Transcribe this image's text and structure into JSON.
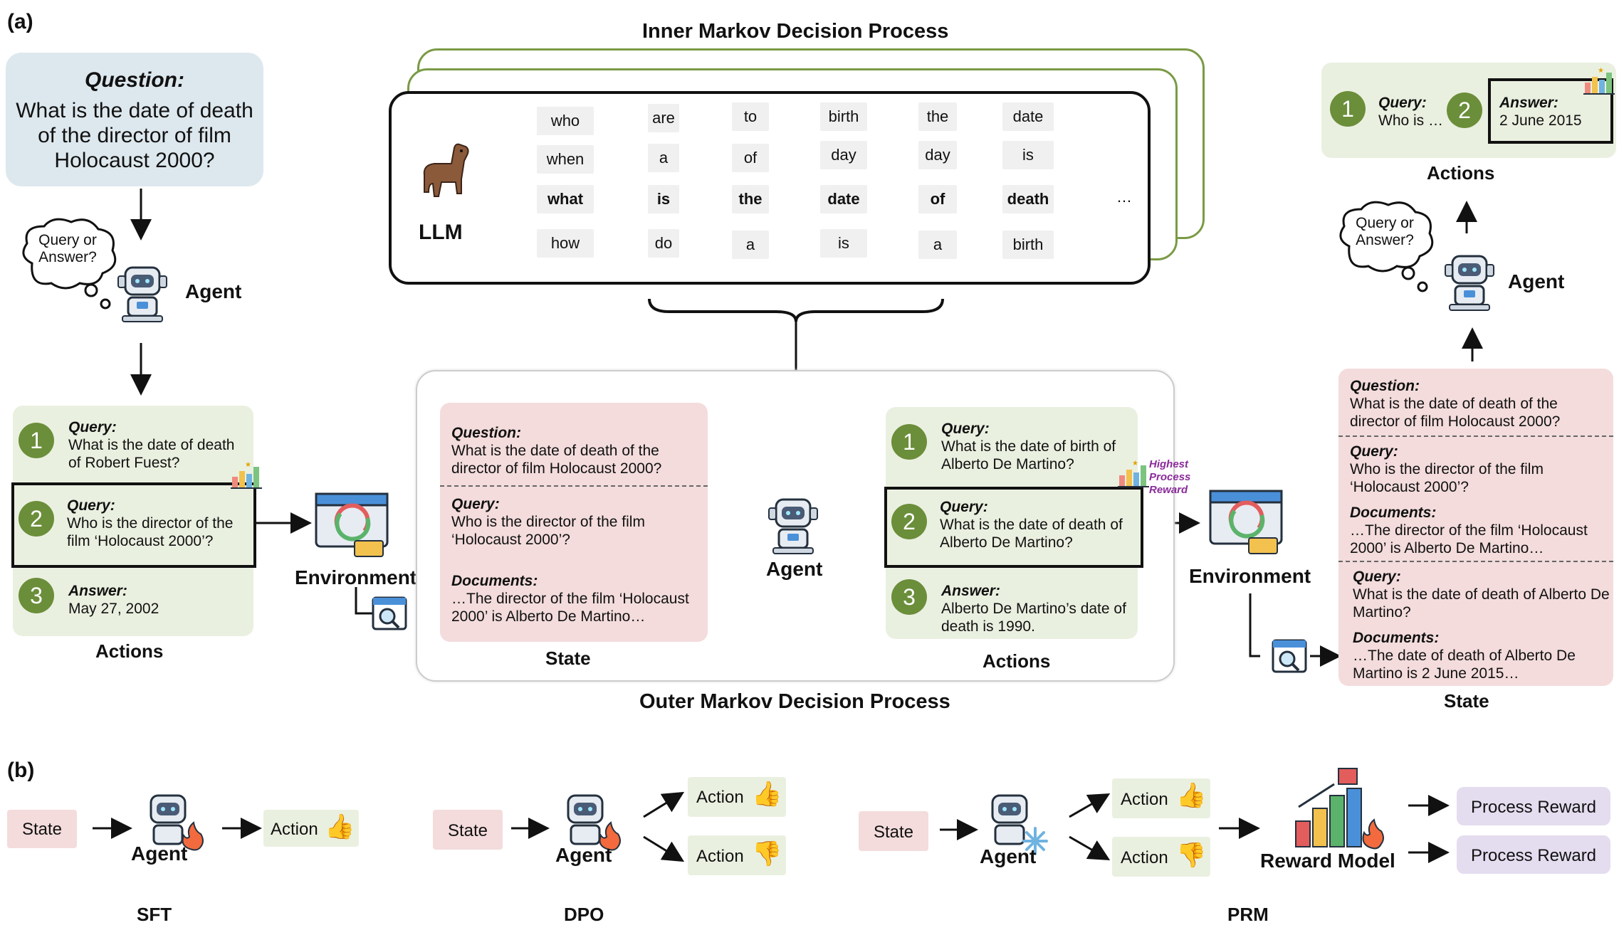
{
  "labels": {
    "a": "(a)",
    "b": "(b)"
  },
  "left": {
    "question_title": "Question:",
    "question_text": "What is the date of death of the director of film Holocaust 2000?",
    "thought": "Query or Answer?",
    "agent": "Agent",
    "actions": [
      {
        "num": "1",
        "head": "Query:",
        "text": "What is the date of death of Robert Fuest?"
      },
      {
        "num": "2",
        "head": "Query:",
        "text": "Who is the director of the film ‘Holocaust 2000’?"
      },
      {
        "num": "3",
        "head": "Answer:",
        "text": "May 27, 2002"
      }
    ],
    "actions_label": "Actions",
    "environment": "Environment"
  },
  "inner": {
    "title": "Inner Markov Decision Process",
    "llm": "LLM",
    "columns": [
      [
        "who",
        "when",
        "what",
        "how"
      ],
      [
        "are",
        "a",
        "is",
        "do"
      ],
      [
        "to",
        "of",
        "the",
        "a"
      ],
      [
        "birth",
        "day",
        "date",
        "is"
      ],
      [
        "the",
        "day",
        "of",
        "a"
      ],
      [
        "date",
        "is",
        "death",
        "birth"
      ]
    ],
    "ellipsis": "…"
  },
  "outer": {
    "title": "Outer Markov Decision Process",
    "state": {
      "q_head": "Question:",
      "q_text": "What is the date of death of the director of film Holocaust 2000?",
      "query_head": "Query:",
      "query_text": "Who is the director of the film ‘Holocaust 2000’?",
      "doc_head": "Documents:",
      "doc_text": "…The director of the film ‘Holocaust 2000’ is Alberto De Martino…"
    },
    "state_label": "State",
    "agent": "Agent",
    "actions": [
      {
        "num": "1",
        "head": "Query:",
        "text": "What is the date of birth of Alberto De Martino?"
      },
      {
        "num": "2",
        "head": "Query:",
        "text": "What is the date of death of Alberto De Martino?"
      },
      {
        "num": "3",
        "head": "Answer:",
        "text": "Alberto De Martino’s date of death is 1990."
      }
    ],
    "reward_note": "Highest Process Reward",
    "actions_label": "Actions"
  },
  "right": {
    "top_actions": [
      {
        "num": "1",
        "head": "Query:",
        "text": "Who is …"
      },
      {
        "num": "2",
        "head": "Answer:",
        "text": "2 June 2015"
      }
    ],
    "actions_label": "Actions",
    "thought": "Query or Answer?",
    "agent": "Agent",
    "environment": "Environment",
    "state": {
      "q_head": "Question:",
      "q_text": "What is the date of death of the director of film Holocaust 2000?",
      "query1_head": "Query:",
      "query1_text": "Who is the director of the film ‘Holocaust 2000’?",
      "doc1_head": "Documents:",
      "doc1_text": "…The director of the film ‘Holocaust 2000’ is Alberto De Martino…",
      "query2_head": "Query:",
      "query2_text": "What is the date of death of Alberto De Martino?",
      "doc2_head": "Documents:",
      "doc2_text": "…The date of death of Alberto De Martino is 2 June 2015…"
    },
    "state_label": "State"
  },
  "bottom": {
    "sft": {
      "state": "State",
      "agent": "Agent",
      "action": "Action",
      "label": "SFT"
    },
    "dpo": {
      "state": "State",
      "agent": "Agent",
      "action_up": "Action",
      "action_down": "Action",
      "label": "DPO"
    },
    "prm": {
      "state": "State",
      "agent": "Agent",
      "action_up": "Action",
      "action_down": "Action",
      "reward_model": "Reward Model",
      "reward1": "Process Reward",
      "reward2": "Process Reward",
      "label": "PRM"
    }
  },
  "colors": {
    "green": "#6b8e3a",
    "pink": "#f4dcdc",
    "lightgreen": "#eaf0e0",
    "blue": "#dde8ee",
    "purple": "#e4dcef"
  }
}
